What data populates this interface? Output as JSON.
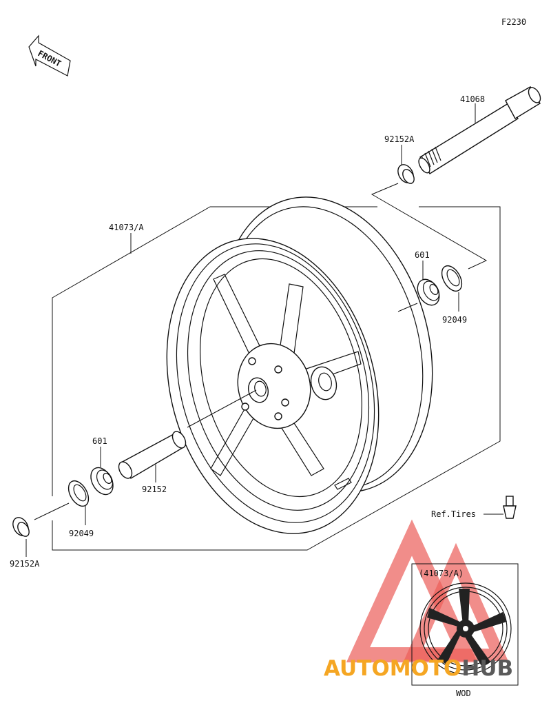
{
  "diagram": {
    "code": "F2230",
    "front_label": "FRONT",
    "parts": {
      "axle": "41068",
      "collar_top": "92152A",
      "wheel": "41073/A",
      "bearing_right": "601",
      "seal_right": "92049",
      "bearing_left": "601",
      "spacer": "92152",
      "seal_left": "92049",
      "collar_bottom": "92152A",
      "ref_tires": "Ref.Tires"
    },
    "inset": {
      "title": "(41073/A)",
      "caption": "WOD"
    }
  },
  "watermark": {
    "part1": "AUTOMOTO",
    "part2": "HUB",
    "color1": "#f5a623",
    "color2": "#5a5a5a",
    "triangle_color": "#e8413c"
  }
}
